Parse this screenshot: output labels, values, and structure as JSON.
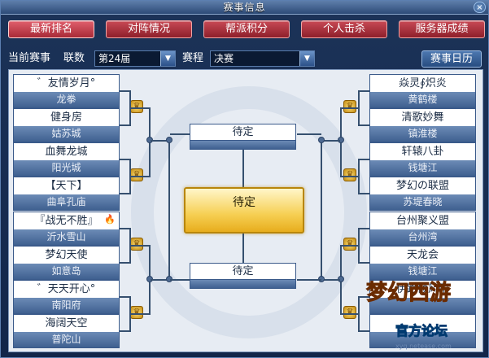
{
  "window": {
    "title": "赛事信息",
    "close_glyph": "×"
  },
  "tabs": [
    "最新排名",
    "对阵情况",
    "帮派积分",
    "个人击杀",
    "服务器成绩"
  ],
  "filters": {
    "current_label": "当前赛事",
    "league_label": "联数",
    "league_value": "第24届",
    "stage_label": "赛程",
    "stage_value": "决赛",
    "calendar_button": "赛事日历"
  },
  "bracket": {
    "left": [
      {
        "name": "゛友情岁月°",
        "server": "龙拳"
      },
      {
        "name": "健身房",
        "server": "姑苏城"
      },
      {
        "name": "血舞龙城",
        "server": "阳光城"
      },
      {
        "name": "【天下】",
        "server": "曲阜孔庙"
      },
      {
        "name": "『战无不胜』",
        "server": "沂水雪山"
      },
      {
        "name": "梦幻天使",
        "server": "如意岛"
      },
      {
        "name": "゛天天开心°",
        "server": "南阳府"
      },
      {
        "name": "海阔天空",
        "server": "普陀山"
      }
    ],
    "right": [
      {
        "name": "焱灵∮炽炎",
        "server": "黄鹤楼"
      },
      {
        "name": "清歌妙舞",
        "server": "镇淮楼"
      },
      {
        "name": "轩辕八卦",
        "server": "钱塘江"
      },
      {
        "name": "梦幻の联盟",
        "server": "苏堤春晓"
      },
      {
        "name": "台州聚义盟",
        "server": "台州湾"
      },
      {
        "name": "天龙会",
        "server": "钱塘江"
      },
      {
        "name": "伊路倾风雨",
        "server": ""
      },
      {
        "name": "",
        "server": ""
      }
    ],
    "semi_top": "待定",
    "semi_bottom": "待定",
    "final": "待定"
  },
  "watermark": {
    "title": "梦幻西游",
    "sub": "官方论坛",
    "url": "xyq.netease.com"
  },
  "colors": {
    "tab_red": "#a82a37",
    "final_gold": "#f6cf52",
    "bar_blue": "#3f6090"
  }
}
